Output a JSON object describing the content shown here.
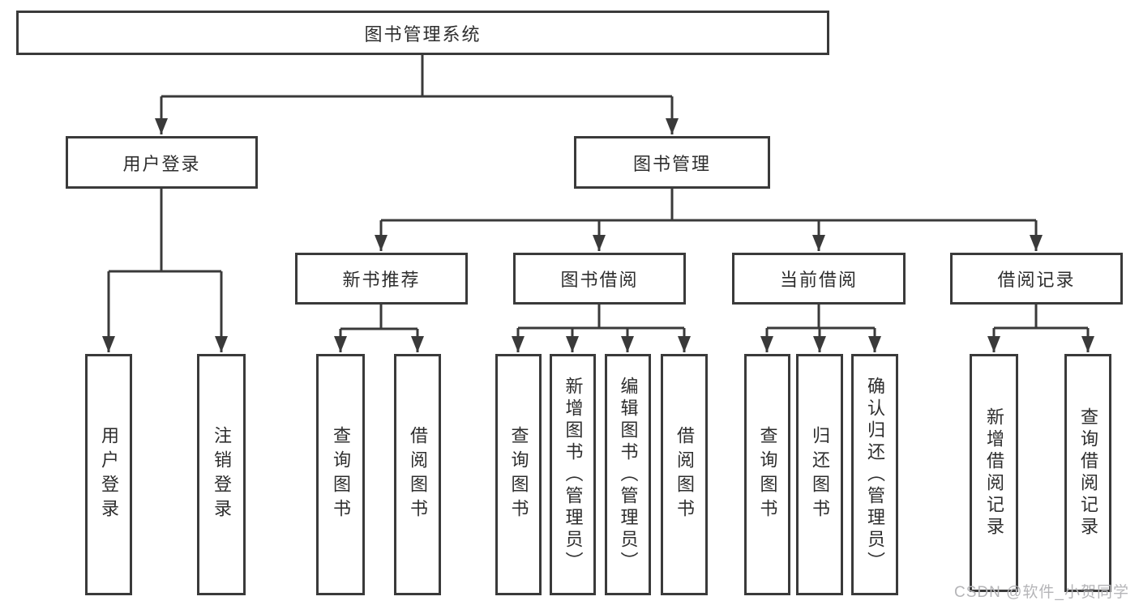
{
  "tree": {
    "root": {
      "label": "图书管理系统",
      "children": [
        {
          "label": "用户登录",
          "children": [
            {
              "label": "用户登录"
            },
            {
              "label": "注销登录"
            }
          ]
        },
        {
          "label": "图书管理",
          "children": [
            {
              "label": "新书推荐",
              "children": [
                {
                  "label": "查询图书"
                },
                {
                  "label": "借阅图书"
                }
              ]
            },
            {
              "label": "图书借阅",
              "children": [
                {
                  "label": "查询图书"
                },
                {
                  "label": "新增图书（管理员）"
                },
                {
                  "label": "编辑图书（管理员）"
                },
                {
                  "label": "借阅图书"
                }
              ]
            },
            {
              "label": "当前借阅",
              "children": [
                {
                  "label": "查询图书"
                },
                {
                  "label": "归还图书"
                },
                {
                  "label": "确认归还（管理员）"
                }
              ]
            },
            {
              "label": "借阅记录",
              "children": [
                {
                  "label": "新增借阅记录"
                },
                {
                  "label": "查询借阅记录"
                }
              ]
            }
          ]
        }
      ]
    }
  },
  "watermark": {
    "text": "CSDN @软件_小贺同学"
  },
  "colors": {
    "line": "#3a3a3a",
    "box_border": "#3a3a3a",
    "text": "#2e2e2e",
    "watermark": "#b5b5b8",
    "background": "#ffffff"
  }
}
